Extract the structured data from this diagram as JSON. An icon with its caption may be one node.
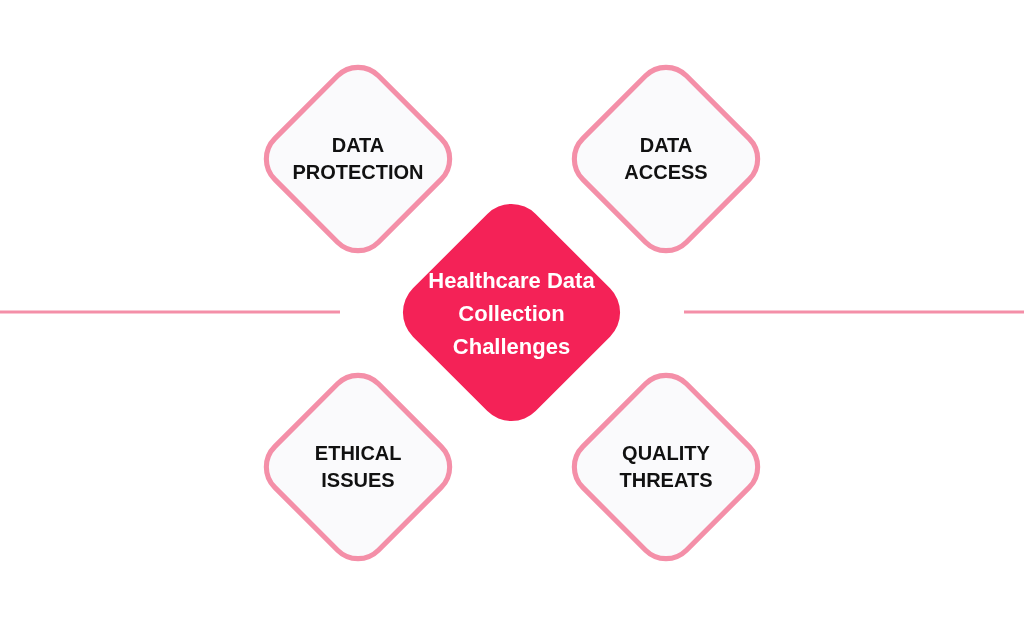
{
  "diagram": {
    "nodes": [
      {
        "text": [
          "DATA PROTECTION"
        ]
      },
      {
        "text": [
          "DATA ACCESS"
        ]
      },
      {
        "text": [
          "Healthcare Data Collection Challenges"
        ]
      },
      {
        "text": [
          "ETHICAL ISSUES"
        ]
      },
      {
        "text": [
          "QUALITY THREATS"
        ]
      }
    ]
  }
}
